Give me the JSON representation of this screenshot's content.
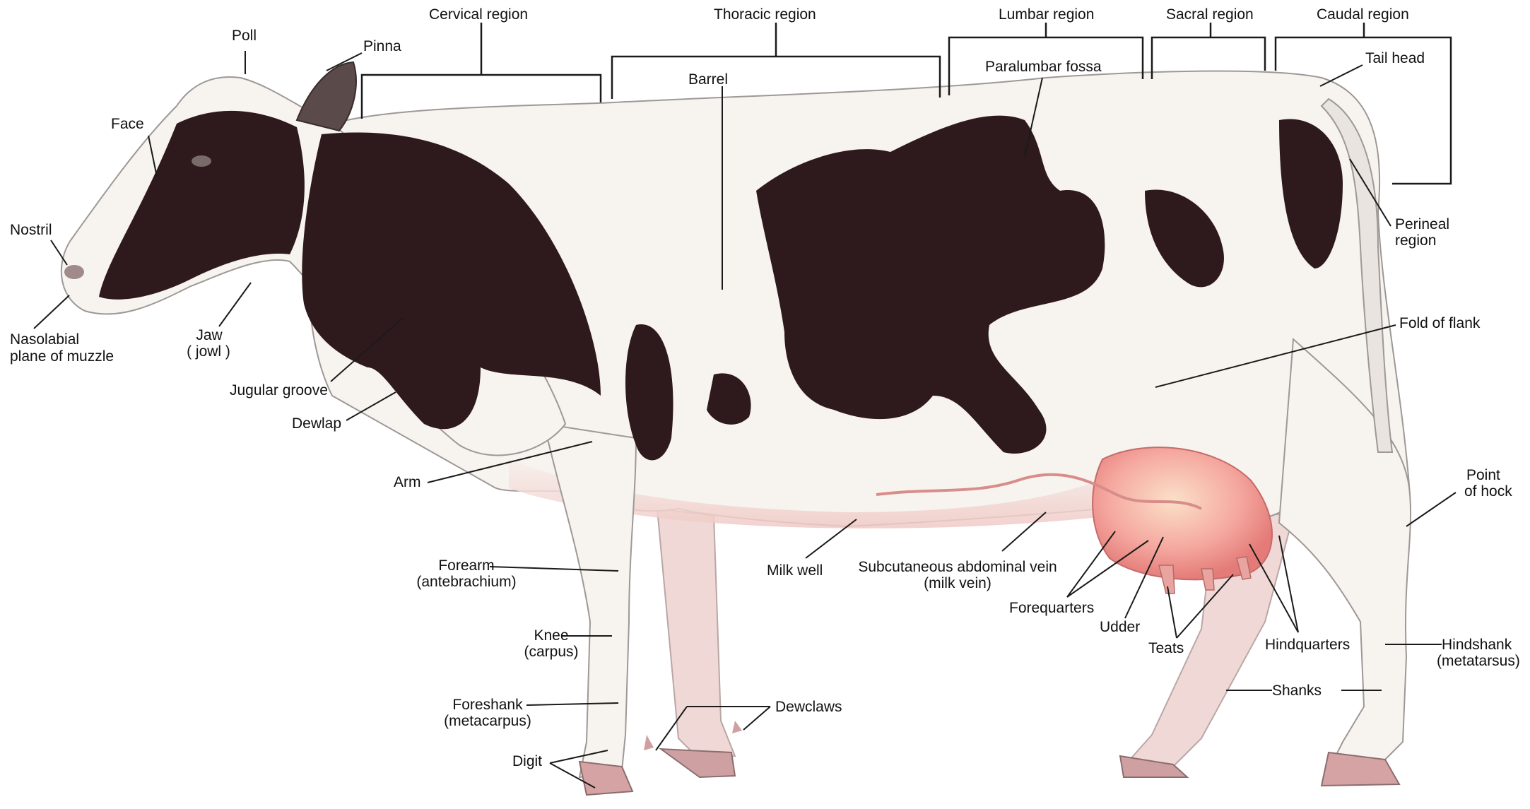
{
  "regions": {
    "cervical": "Cervical region",
    "thoracic": "Thoracic region",
    "lumbar": "Lumbar region",
    "sacral": "Sacral region",
    "caudal": "Caudal region"
  },
  "labels": {
    "poll": "Poll",
    "pinna": "Pinna",
    "face": "Face",
    "nostril": "Nostril",
    "nasolabial_1": "Nasolabial",
    "nasolabial_2": "plane of muzzle",
    "jaw_1": "Jaw",
    "jaw_2": "( jowl )",
    "jugular": "Jugular groove",
    "dewlap": "Dewlap",
    "arm": "Arm",
    "forearm_1": "Forearm",
    "forearm_2": "(antebrachium)",
    "knee_1": "Knee",
    "knee_2": "(carpus)",
    "foreshank_1": "Foreshank",
    "foreshank_2": "(metacarpus)",
    "digit": "Digit",
    "dewclaws": "Dewclaws",
    "barrel": "Barrel",
    "paralumbar": "Paralumbar fossa",
    "tail_head": "Tail head",
    "perineal_1": "Perineal",
    "perineal_2": "region",
    "fold_flank": "Fold of flank",
    "point_hock_1": "Point",
    "point_hock_2": "of hock",
    "milk_well": "Milk well",
    "milk_vein_1": "Subcutaneous abdominal vein",
    "milk_vein_2": "(milk vein)",
    "forequarters": "Forequarters",
    "udder": "Udder",
    "teats": "Teats",
    "hindquarters": "Hindquarters",
    "shanks": "Shanks",
    "hindshank_1": "Hindshank",
    "hindshank_2": "(metatarsus)"
  },
  "colors": {
    "black_patch": "#2e1a1c",
    "white_coat": "#f6f2ee",
    "udder": "#f2a8a0",
    "skin_pink": "#f1c7c3",
    "hoof": "#d9a9a9",
    "leader": "#1a1a1a"
  }
}
